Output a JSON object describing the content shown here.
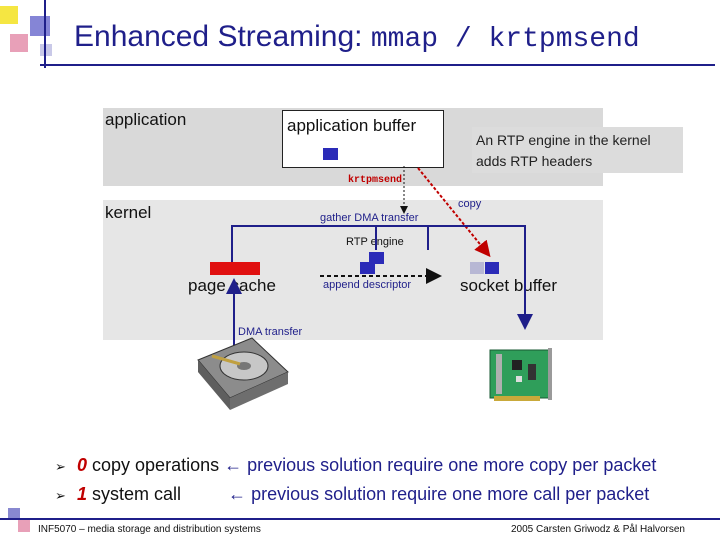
{
  "slide": {
    "title_text": "Enhanced Streaming:",
    "title_code": "mmap / krtpmsend"
  },
  "diagram": {
    "application_label": "application",
    "application_buffer_label": "application buffer",
    "note_line1": "An RTP engine in the kernel",
    "note_line2": "adds RTP headers",
    "krtpmsend_label": "krtpmsend",
    "kernel_label": "kernel",
    "gather_dma_label": "gather DMA transfer",
    "copy_label": "copy",
    "rtp_engine_label": "RTP engine",
    "page_cache_label": "page cache",
    "append_descriptor_label": "append descriptor",
    "socket_buffer_label": "socket buffer",
    "dma_transfer_label": "DMA transfer"
  },
  "bullets": [
    {
      "marker": "➢",
      "emph": "0",
      "text": " copy operations ",
      "arrow": "← ",
      "rest": "previous solution require one more copy per packet"
    },
    {
      "marker": "➢",
      "emph": "1",
      "text": " system call ",
      "arrow": "← ",
      "rest": "previous solution require one more call per packet"
    }
  ],
  "footer": {
    "left": "INF5070 – media storage and distribution systems",
    "right": "2005  Carsten Griwodz & Pål Halvorsen"
  },
  "colors": {
    "title_blue": "#1f1f8a",
    "accent_red": "#c00000",
    "bar_red": "#e01010",
    "descriptor_blue": "#2b2bb8"
  }
}
